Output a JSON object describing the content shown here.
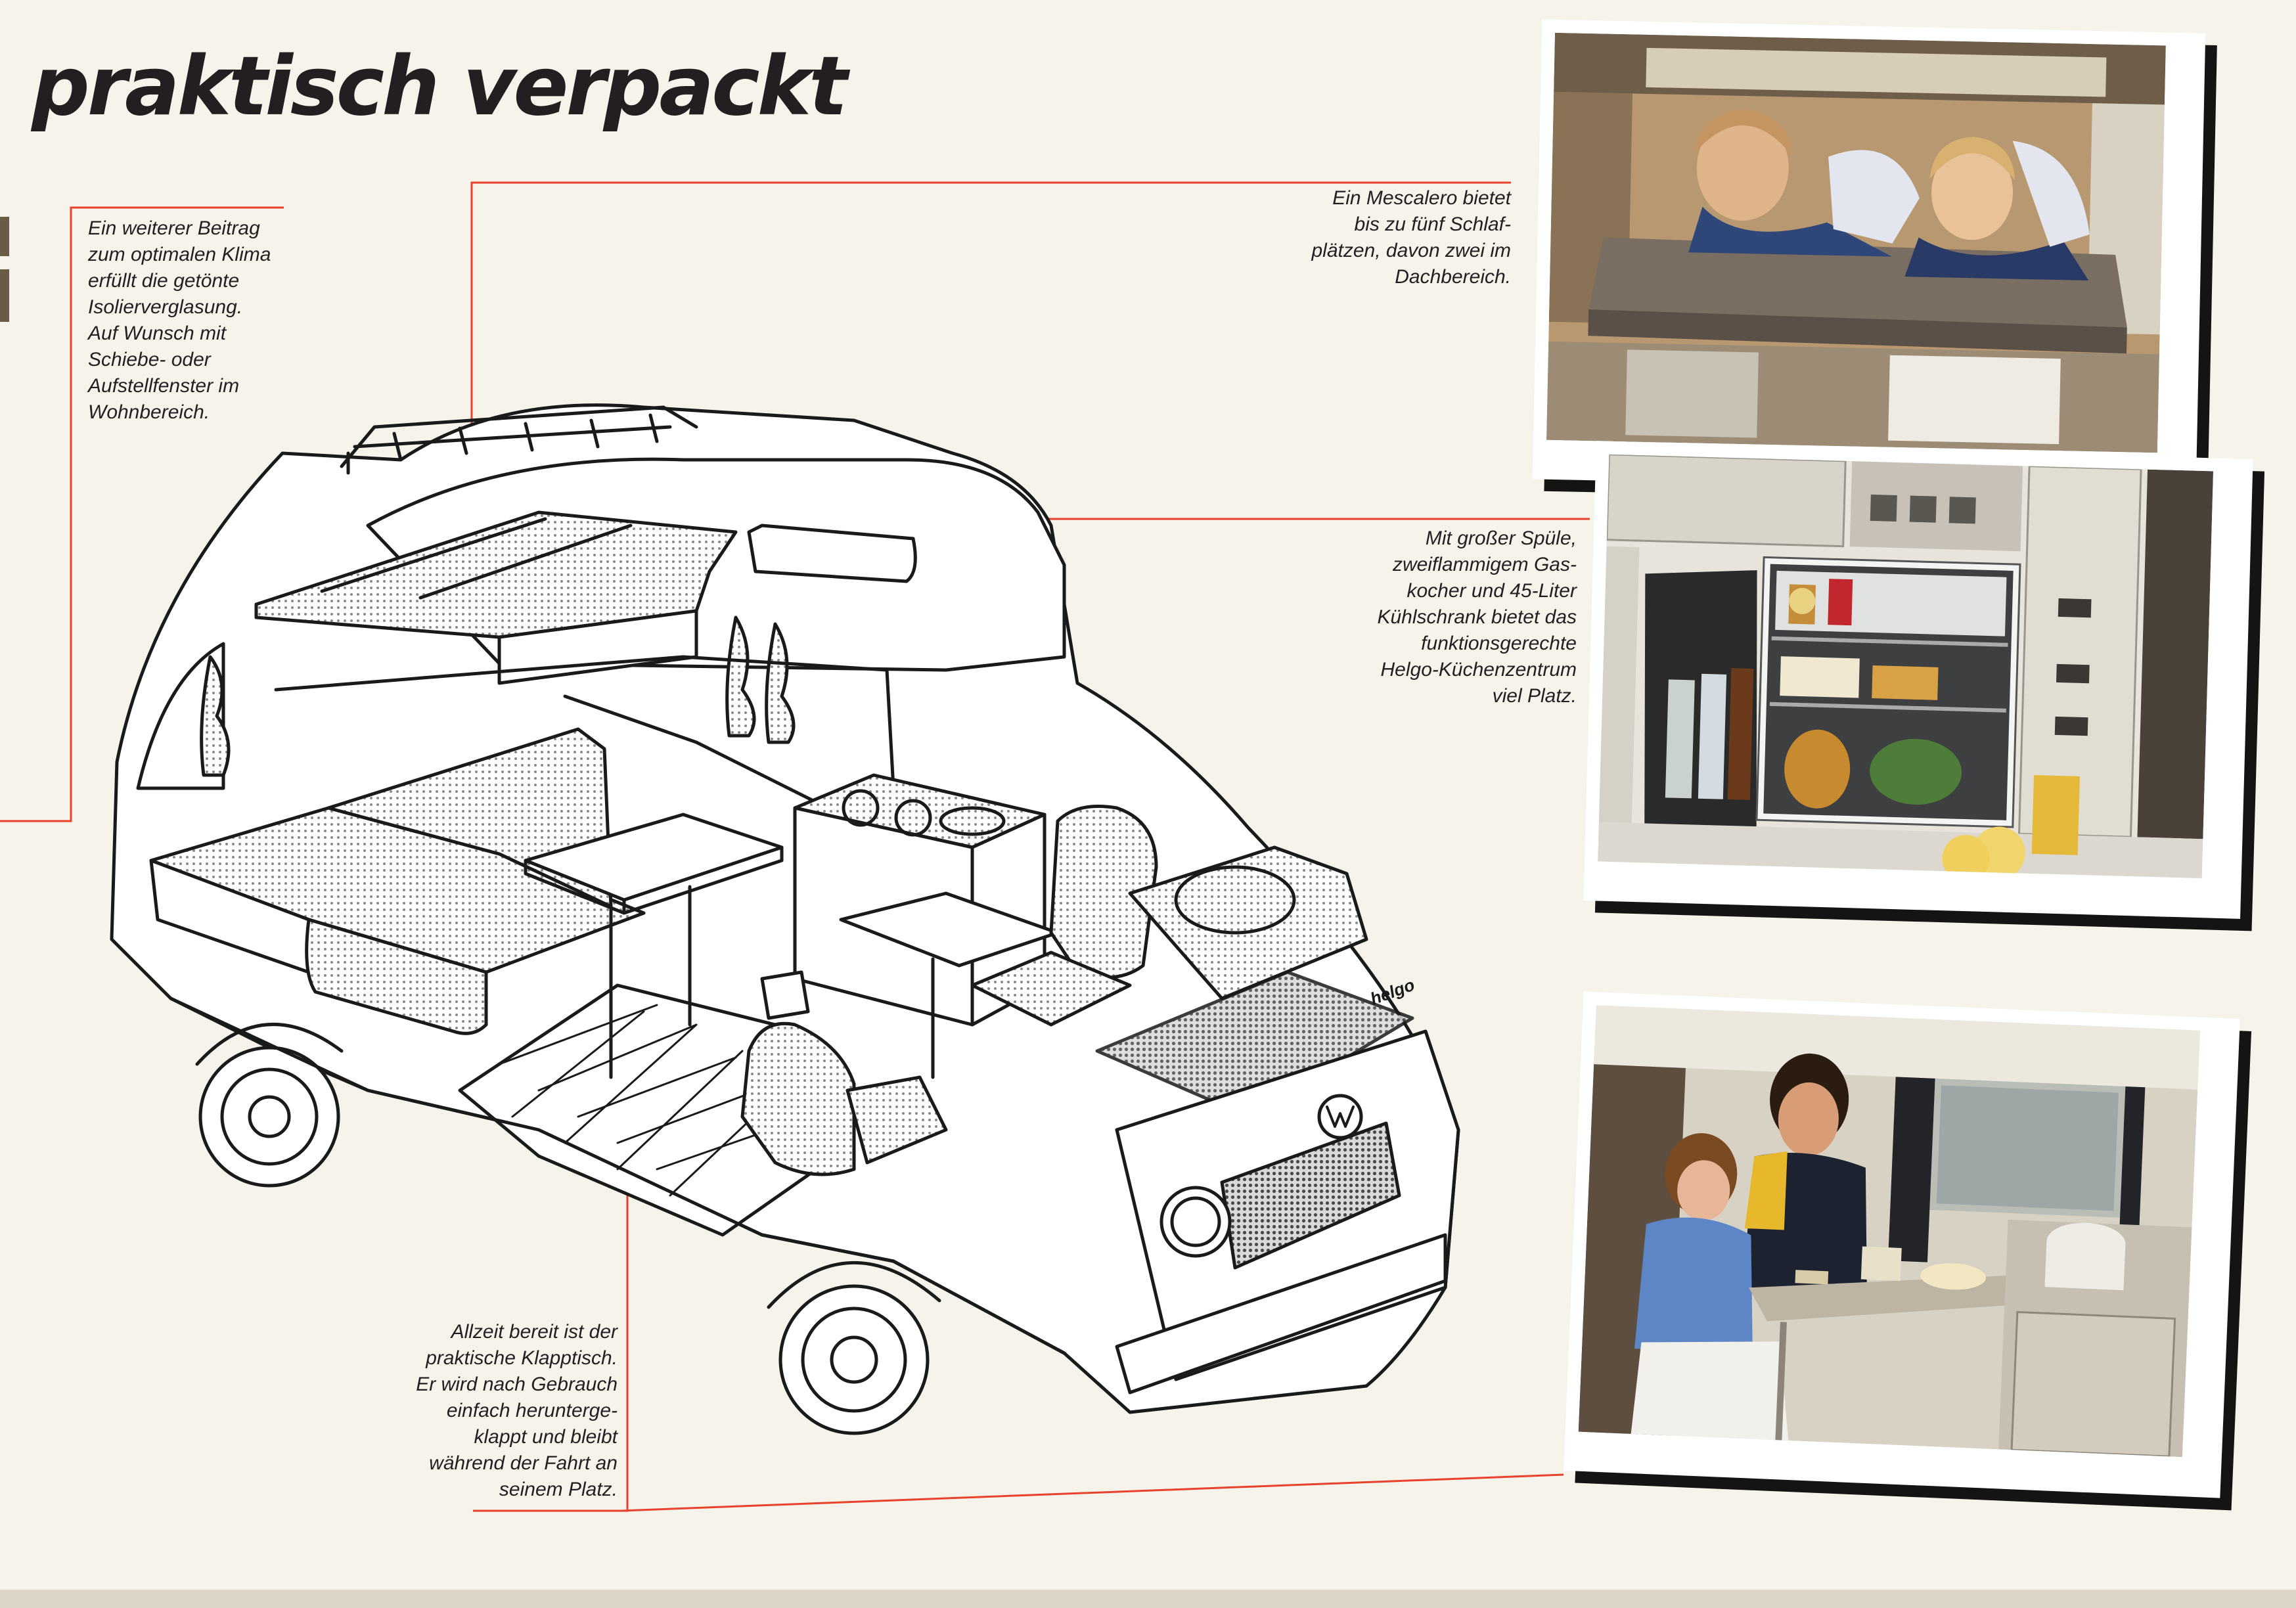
{
  "title": "praktisch verpackt",
  "captions": {
    "window": "Ein weiterer Beitrag\nzum optimalen Klima\nerfüllt die getönte\nIsolierverglasung.\nAuf Wunsch mit\nSchiebe- oder\nAufstellfenster im\nWohnbereich.",
    "sleeping": "Ein Mescalero bietet\nbis zu fünf Schlaf-\nplätzen, davon zwei im\nDachbereich.",
    "kitchen": "Mit großer Spüle,\nzweiflammigem Gas-\nkocher und 45-Liter\nKühlschrank bietet das\nfunktionsgerechte\nHelgo-Küchenzentrum\nviel Platz.",
    "table": "Allzeit bereit ist der\npraktische Klapptisch.\nEr wird nach Gebrauch\neinfach herunterge-\nklappt und bleibt\nwährend der Fahrt an\nseinem Platz."
  },
  "illustration": {
    "brand_badge": "helgo"
  },
  "colors": {
    "accent_red": "#e8412c",
    "ink": "#231f20",
    "paper": "#f6f3ea"
  }
}
